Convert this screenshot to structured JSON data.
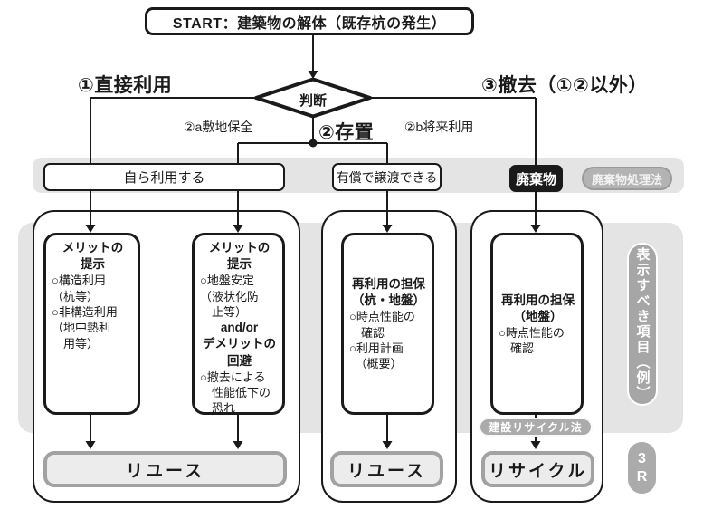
{
  "palette": {
    "line_black": "#1a1a1a",
    "gray_bg": "#e4e4e4",
    "badge_gray": "#ababab",
    "output_fill": "#ececec",
    "output_border": "#a2a2a2"
  },
  "start": {
    "label": "START：建築物の解体（既存杭の発生）"
  },
  "decision": {
    "label": "判断"
  },
  "branches": {
    "direct_use": "①直接利用",
    "leave_in_place": "②存置",
    "site_preservation": "②a敷地保全",
    "future_use": "②b将来利用",
    "removal": "③撤去（①②以外）"
  },
  "row1": {
    "self_use": "自ら利用する",
    "paid_transfer": "有償で譲渡できる",
    "waste": "廃棄物",
    "waste_law_badge": "廃棄物処理法"
  },
  "detail_boxes": {
    "box1": {
      "heading": "メリットの\n提示",
      "body": "○構造利用\n（杭等）\n○非構造利用\n（地中熱利\n　用等）"
    },
    "box2": {
      "heading": "メリットの\n提示",
      "body1": "○地盤安定\n（液状化防\n　止等）",
      "connector": "and/or",
      "heading2": "デメリットの\n回避",
      "body2": "○撤去による\n　性能低下の\n　恐れ"
    },
    "box3": {
      "heading": "再利用の担保\n（杭・地盤）",
      "body": "○時点性能の\n　確認\n○利用計画\n　（概要）"
    },
    "box4": {
      "heading": "再利用の担保\n（地盤）",
      "body": "○時点性能の\n　確認"
    }
  },
  "outputs": {
    "reuse_left": "リユース",
    "reuse_mid": "リユース",
    "recycle": "リサイクル"
  },
  "badges": {
    "construction_recycle_law": "建設リサイクル法",
    "display_items": "表示すべき項目（例）",
    "three_r": "3\nR"
  }
}
